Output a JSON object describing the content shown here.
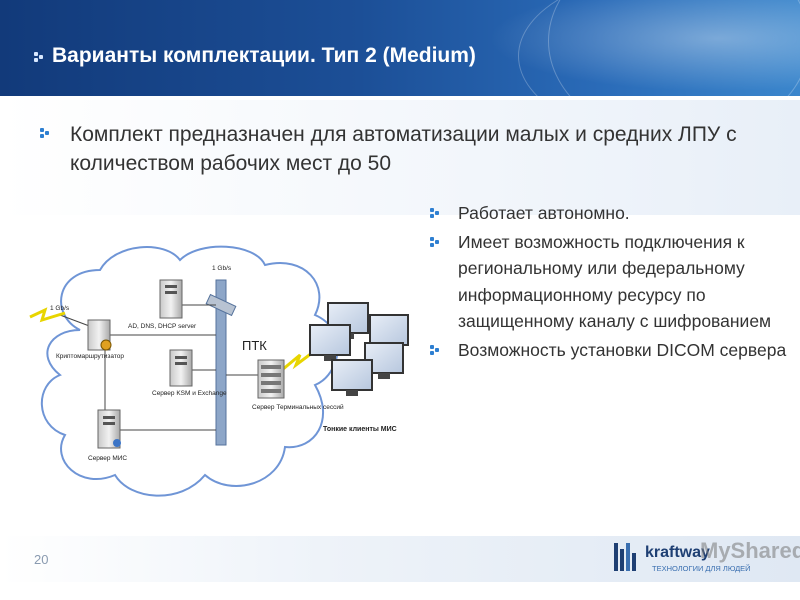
{
  "slide": {
    "title": "Варианты комплектации. Тип 2 (Medium)",
    "main_point": "Комплект предназначен для автоматизации малых и средних ЛПУ с количеством рабочих мест до 50",
    "points": [
      "Работает автономно.",
      "Имеет возможность подключения к региональному или федеральному информационному ресурсу по защищенному каналу с шифрованием",
      "Возможность установки DICOM сервера"
    ],
    "page_number": "20"
  },
  "diagram": {
    "link_speed_left": "1 Gb/s",
    "link_speed_top": "1 Gb/s",
    "ad_server": "AD, DNS, DHCP server",
    "crypto_router": "Криптомаршрутизатор",
    "ksm_server": "Сервер KSM и Exchange",
    "terminal_server": "Сервер Терминальных сессий",
    "mis_server": "Сервер МИС",
    "ptk": "ПТК",
    "thin_clients": "Тонкие клиенты МИС"
  },
  "branding": {
    "logo_name": "kraftway",
    "logo_tagline": "ТЕХНОЛОГИИ ДЛЯ ЛЮДЕЙ",
    "watermark": "MyShared"
  },
  "colors": {
    "title_bar": "#1c4f97",
    "bullet": "#2e7fd1",
    "text": "#333333",
    "cloud_stroke": "#6f95d6"
  }
}
